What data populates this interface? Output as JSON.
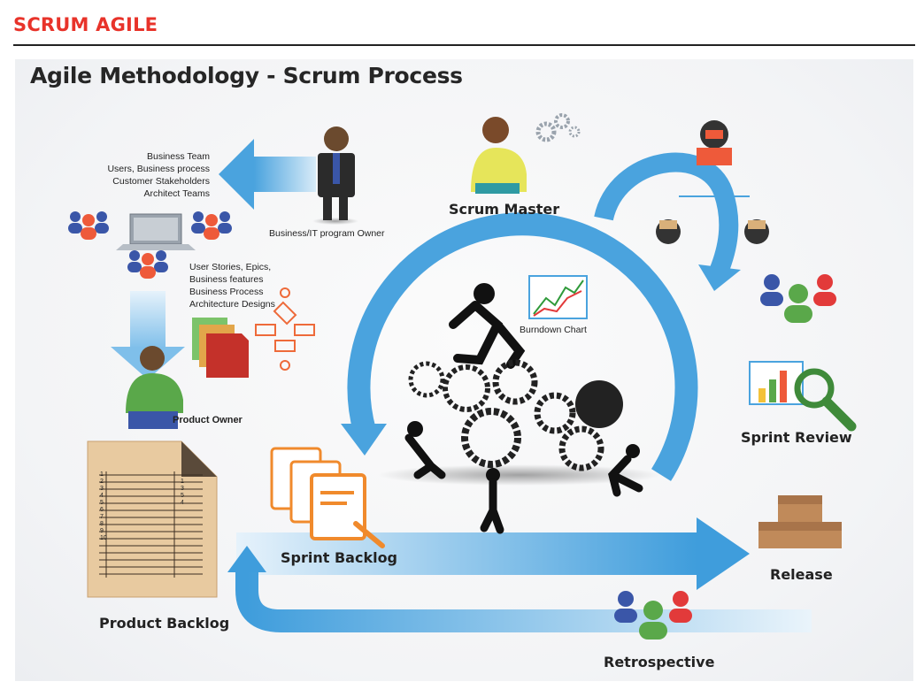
{
  "page": {
    "title": "SCRUM AGILE"
  },
  "diagram": {
    "title": "Agile Methodology - Scrum Process",
    "business_team_lines": [
      "Business Team",
      "Users, Business process",
      "Customer Stakeholders",
      "Architect Teams"
    ],
    "business_owner": "Business/IT program Owner",
    "scrum_master": "Scrum Master",
    "requirements_lines": [
      "User Stories, Epics,",
      "Business features",
      "Business Process",
      "Architecture Designs"
    ],
    "product_owner": "Product Owner",
    "burndown_chart": "Burndown Chart",
    "sprint_review": "Sprint Review",
    "sprint_backlog": "Sprint  Backlog",
    "product_backlog": "Product Backlog",
    "release": "Release",
    "retrospective": "Retrospective",
    "backlog_numbers": [
      "1",
      "2",
      "3",
      "4",
      "5",
      "6",
      "7",
      "8",
      "9",
      "10"
    ],
    "backlog_priority": [
      "1",
      "3",
      "5",
      "4"
    ],
    "colors": {
      "title_red": "#e8332a",
      "arrow_blue": "#4aa3de",
      "arrow_light": "#a9d4f1",
      "orange": "#f08a2c",
      "green": "#5aa84a"
    }
  }
}
